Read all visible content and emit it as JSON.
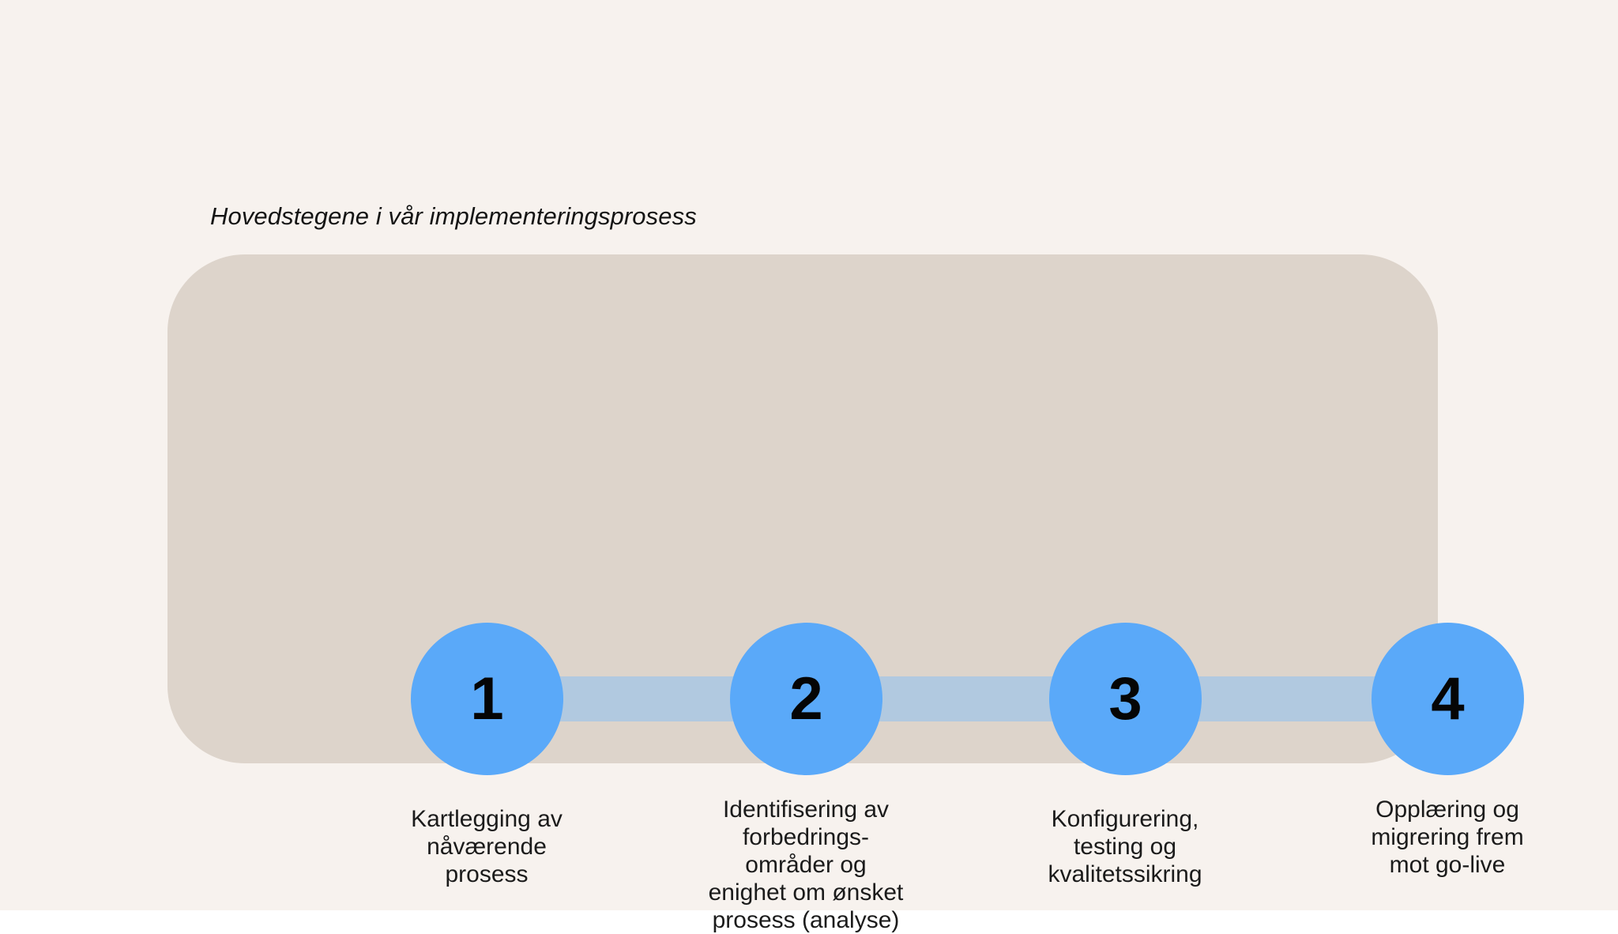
{
  "page": {
    "background_color": "#f7f2ee",
    "title": "Hovedstegene i vår implementeringsprosess"
  },
  "card": {
    "background_color": "#ddd4cb"
  },
  "colors": {
    "node_blue": "#5aa9f9",
    "connector_blue": "#b1c9e0",
    "text_dark": "#1b1b1b"
  },
  "process": {
    "steps": [
      {
        "number": "1",
        "label": "Kartlegging av\nnåværende\nprosess"
      },
      {
        "number": "2",
        "label": "Identifisering av\nforbedrings-\nområder og\nenighet om ønsket\nprosess (analyse)"
      },
      {
        "number": "3",
        "label": "Konfigurering,\ntesting og\nkvalitetssikring"
      },
      {
        "number": "4",
        "label": "Opplæring og\nmigrering frem\nmot go-live"
      }
    ]
  }
}
